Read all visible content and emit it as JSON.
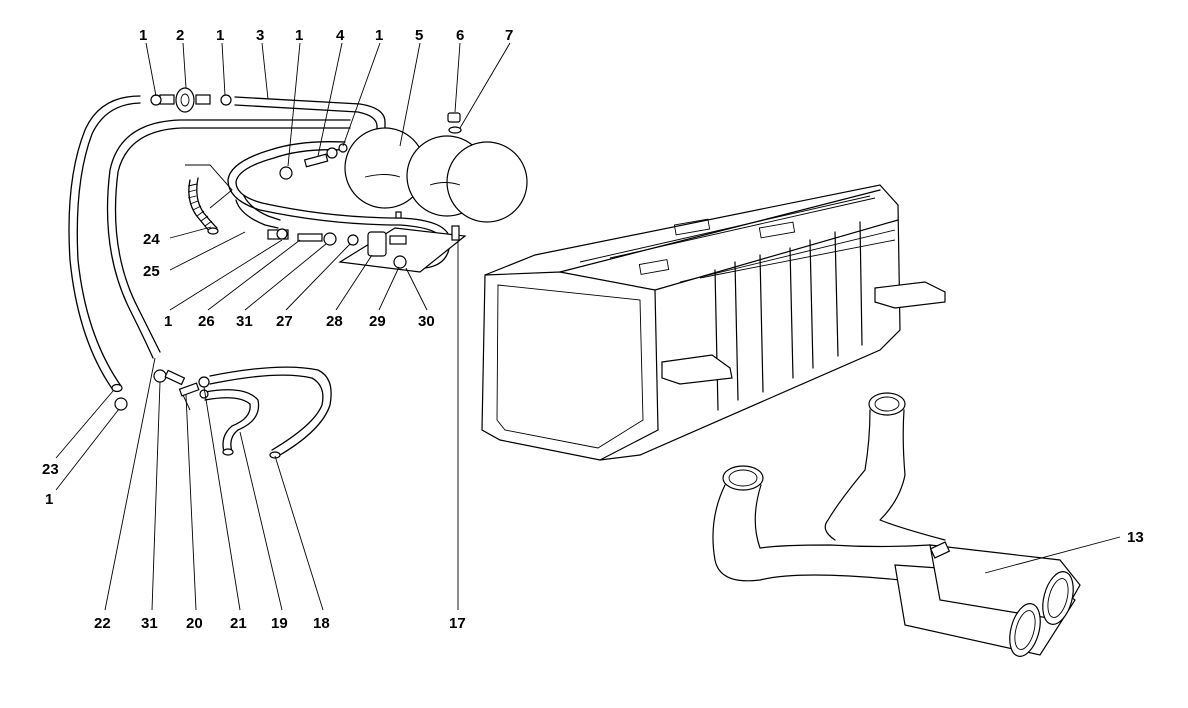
{
  "callouts": [
    {
      "id": "c1a",
      "text": "1"
    },
    {
      "id": "c2",
      "text": "2"
    },
    {
      "id": "c1b",
      "text": "1"
    },
    {
      "id": "c3",
      "text": "3"
    },
    {
      "id": "c1c",
      "text": "1"
    },
    {
      "id": "c4",
      "text": "4"
    },
    {
      "id": "c1d",
      "text": "1"
    },
    {
      "id": "c5",
      "text": "5"
    },
    {
      "id": "c6",
      "text": "6"
    },
    {
      "id": "c7",
      "text": "7"
    },
    {
      "id": "c24",
      "text": "24"
    },
    {
      "id": "c25",
      "text": "25"
    },
    {
      "id": "c1e",
      "text": "1"
    },
    {
      "id": "c26",
      "text": "26"
    },
    {
      "id": "c31a",
      "text": "31"
    },
    {
      "id": "c27",
      "text": "27"
    },
    {
      "id": "c28",
      "text": "28"
    },
    {
      "id": "c29",
      "text": "29"
    },
    {
      "id": "c30",
      "text": "30"
    },
    {
      "id": "c23",
      "text": "23"
    },
    {
      "id": "c1f",
      "text": "1"
    },
    {
      "id": "c22",
      "text": "22"
    },
    {
      "id": "c31b",
      "text": "31"
    },
    {
      "id": "c20",
      "text": "20"
    },
    {
      "id": "c21",
      "text": "21"
    },
    {
      "id": "c19",
      "text": "19"
    },
    {
      "id": "c18",
      "text": "18"
    },
    {
      "id": "c17",
      "text": "17"
    },
    {
      "id": "c13",
      "text": "13"
    }
  ],
  "colors": {
    "line": "#000000",
    "background": "#ffffff"
  }
}
